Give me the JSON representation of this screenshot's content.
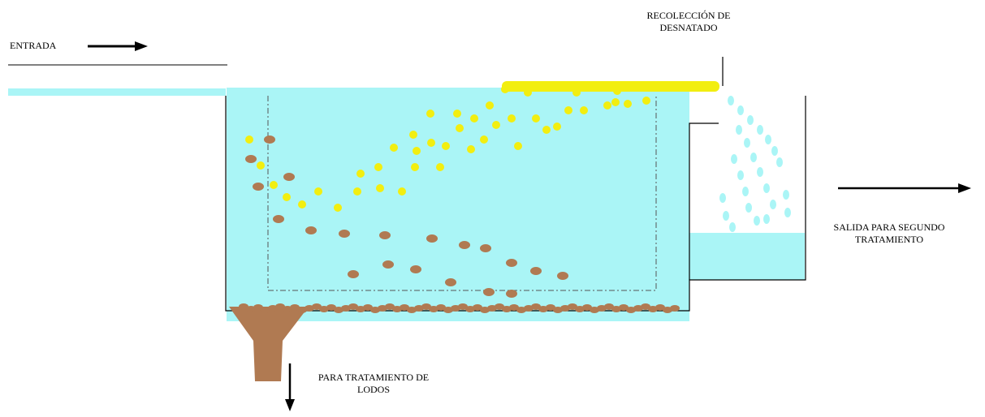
{
  "labels": {
    "inlet": "ENTRADA",
    "skim_line1": "RECOLECCIÓN DE",
    "skim_line2": "DESNATADO",
    "outlet_line1": "SALIDA PARA SEGUNDO",
    "outlet_line2": "TRATAMIENTO",
    "sludge_line1": "PARA TRATAMIENTO DE",
    "sludge_line2": "LODOS"
  },
  "colors": {
    "water": "#aaf5f6",
    "scum": "#f2ee10",
    "sludge": "#b07a52",
    "outline": "#000000"
  }
}
